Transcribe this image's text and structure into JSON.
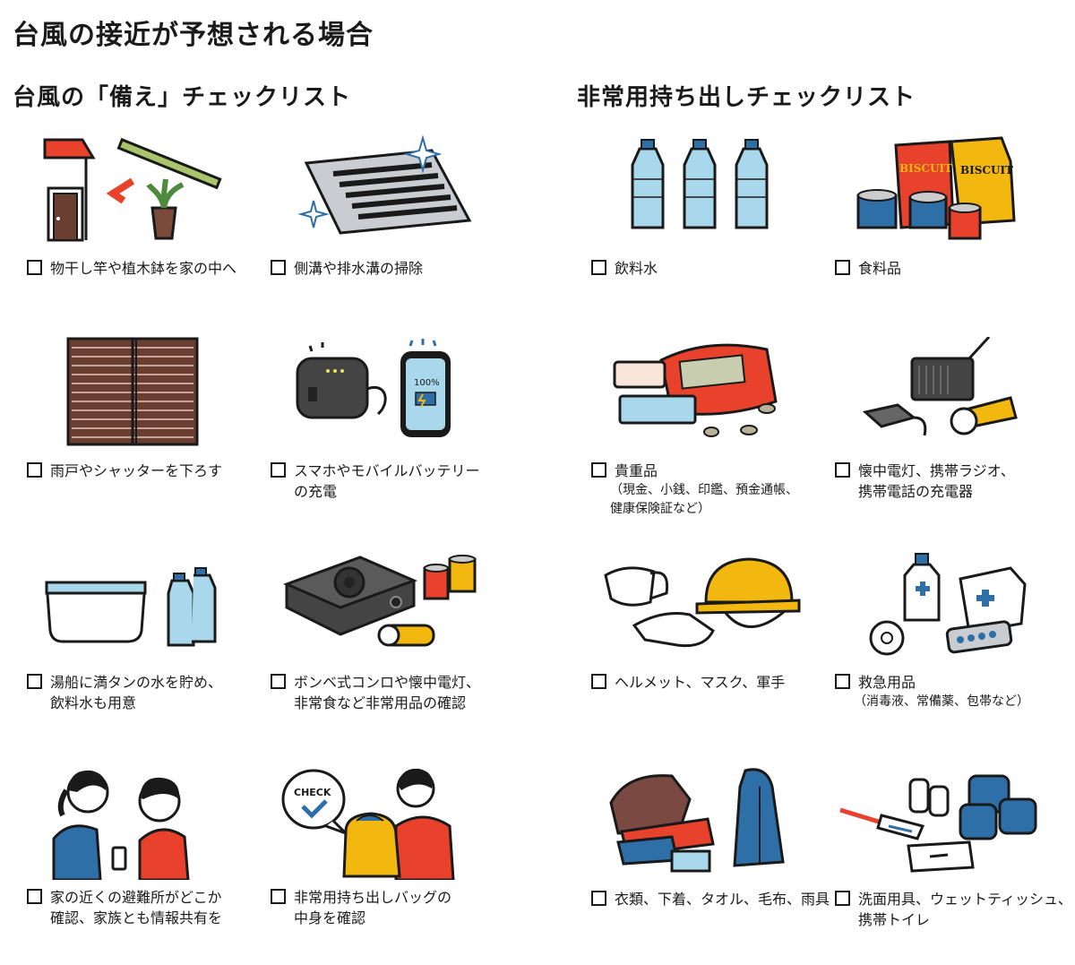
{
  "title": "台風の接近が予想される場合",
  "left_section": {
    "title": "台風の「備え」チェックリスト",
    "items": [
      {
        "label": "物干し竿や植木鉢を家の中へ"
      },
      {
        "label": "側溝や排水溝の掃除"
      },
      {
        "label": "雨戸やシャッターを下ろす"
      },
      {
        "label": "スマホやモバイルバッテリー\nの充電"
      },
      {
        "label": "湯船に満タンの水を貯め、\n飲料水も用意"
      },
      {
        "label": "ボンベ式コンロや懐中電灯、\n非常食など非常用品の確認"
      },
      {
        "label": "家の近くの避難所がどこか\n確認、家族とも情報共有を"
      },
      {
        "label": "非常用持ち出しバッグの\n中身を確認"
      }
    ]
  },
  "right_section": {
    "title": "非常用持ち出しチェックリスト",
    "items": [
      {
        "label": "飲料水",
        "sub": ""
      },
      {
        "label": "食料品",
        "sub": ""
      },
      {
        "label": "貴重品",
        "sub": "（現金、小銭、印鑑、預金通帳、\n健康保険証など）"
      },
      {
        "label": "懐中電灯、携帯ラジオ、\n携帯電話の充電器",
        "sub": ""
      },
      {
        "label": "ヘルメット、マスク、軍手",
        "sub": ""
      },
      {
        "label": "救急用品",
        "sub": "（消毒液、常備薬、包帯など）"
      },
      {
        "label": "衣類、下着、タオル、毛布、雨具",
        "sub": ""
      },
      {
        "label": "洗面用具、ウェットティッシュ、\n携帯トイレ",
        "sub": ""
      }
    ]
  },
  "illustration_texts": {
    "biscuit": "BISCUIT",
    "battery": "100%",
    "check": "CHECK"
  },
  "colors": {
    "accent_red": "#e8412c",
    "water_blue": "#a9d8ec",
    "yellow": "#f2b80f",
    "navy": "#2f6fa8",
    "ink": "#1a1a1a"
  }
}
